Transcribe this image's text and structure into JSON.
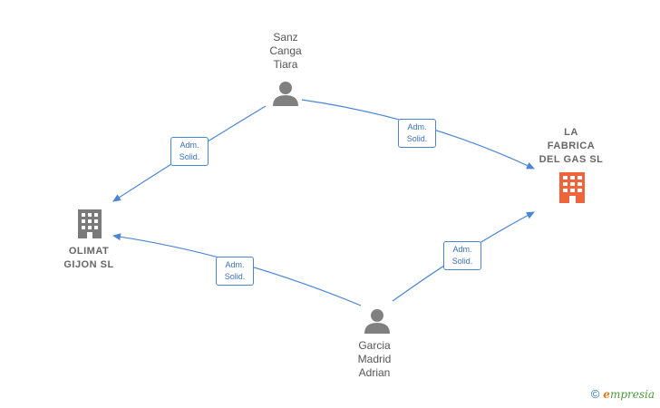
{
  "nodes": {
    "sanz": {
      "label": "Sanz\nCanga\nTiara",
      "type": "person"
    },
    "garcia": {
      "label": "Garcia\nMadrid\nAdrian",
      "type": "person"
    },
    "olimat": {
      "label": "OLIMAT\nGIJON  SL",
      "type": "company"
    },
    "fabrica": {
      "label": "LA\nFABRICA\nDEL GAS  SL",
      "type": "company-highlight"
    }
  },
  "edges": [
    {
      "from": "sanz",
      "to": "olimat",
      "label_line1": "Adm.",
      "label_line2": "Solid."
    },
    {
      "from": "sanz",
      "to": "fabrica",
      "label_line1": "Adm.",
      "label_line2": "Solid."
    },
    {
      "from": "garcia",
      "to": "olimat",
      "label_line1": "Adm.",
      "label_line2": "Solid."
    },
    {
      "from": "garcia",
      "to": "fabrica",
      "label_line1": "Adm.",
      "label_line2": "Solid."
    }
  ],
  "colors": {
    "edge": "#4a86d6",
    "person_icon": "#808080",
    "company_icon": "#7a7a7a",
    "company_highlight_icon": "#f0643c"
  },
  "watermark": {
    "symbol": "©",
    "initial": "e",
    "brand": "mpresia"
  }
}
